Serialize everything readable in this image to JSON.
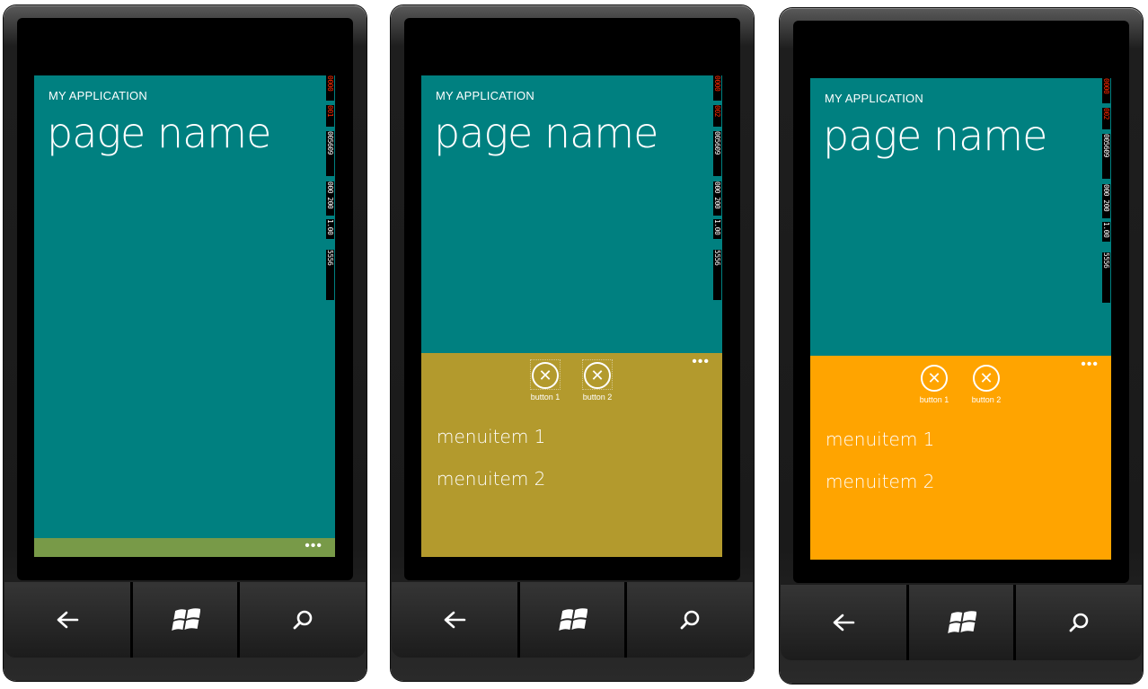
{
  "colors": {
    "content_bg": "#008080",
    "appbar_minimized": "#789A48",
    "appbar_olive": "#B39A2D",
    "appbar_orange": "#FFA400",
    "text": "#FFFFFF",
    "counter_red": "#FF2A00"
  },
  "phones": [
    {
      "app_title": "MY APPLICATION",
      "page_title": "page name",
      "appbar": {
        "state": "minimized",
        "more_glyph": "•••"
      },
      "counters": [
        "0000",
        "001",
        "005609",
        "000 200",
        "1.00",
        "5556"
      ],
      "hw": {
        "back": "back-arrow-icon",
        "start": "windows-logo-icon",
        "search": "search-icon"
      }
    },
    {
      "app_title": "MY APPLICATION",
      "page_title": "page name",
      "appbar": {
        "state": "expanded",
        "more_glyph": "•••",
        "buttons": [
          {
            "label": "button 1",
            "icon": "close-circle-icon"
          },
          {
            "label": "button 2",
            "icon": "close-circle-icon"
          }
        ],
        "menu_items": [
          "menuitem 1",
          "menuitem 2"
        ]
      },
      "counters": [
        "0000",
        "002",
        "005609",
        "000 200",
        "1.00",
        "5556"
      ],
      "hw": {
        "back": "back-arrow-icon",
        "start": "windows-logo-icon",
        "search": "search-icon"
      }
    },
    {
      "app_title": "MY APPLICATION",
      "page_title": "page name",
      "appbar": {
        "state": "expanded",
        "more_glyph": "•••",
        "buttons": [
          {
            "label": "button 1",
            "icon": "close-circle-icon"
          },
          {
            "label": "button 2",
            "icon": "close-circle-icon"
          }
        ],
        "menu_items": [
          "menuitem 1",
          "menuitem 2"
        ]
      },
      "counters": [
        "0000",
        "002",
        "005609",
        "000 200",
        "1.00",
        "5556"
      ],
      "hw": {
        "back": "back-arrow-icon",
        "start": "windows-logo-icon",
        "search": "search-icon"
      }
    }
  ]
}
